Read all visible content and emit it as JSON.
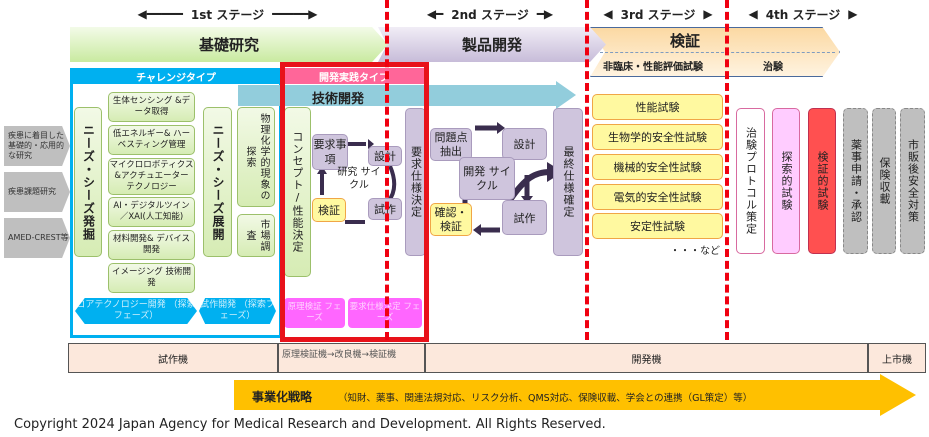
{
  "stages": [
    "1st ステージ",
    "2nd ステージ",
    "3rd ステージ",
    "4th ステージ"
  ],
  "phases": {
    "basic": "基礎研究",
    "product": "製品開発",
    "verify": "検証",
    "nonclinical": "非臨床・性能評価試験",
    "trial": "治験"
  },
  "challenge": {
    "title": "チャレンジタイプ",
    "left_labels": [
      "疾患に着目した基礎的・応用的な研究",
      "疾患課題研究",
      "AMED-CREST等"
    ],
    "discover": "ニーズ・シーズ発掘",
    "items": [
      "生体センシング &データ取得",
      "低エネルギー& ハーベスティング管理",
      "マイクロロボティクス &アクチュエーター テクノロジー",
      "AI・デジタルツイン ／XAI(人工知能)",
      "材料開発& デバイス開発",
      "イメージング 技術開発"
    ],
    "expand": "ニーズ・シーズ展開",
    "explore": "物理化学的現象の探索",
    "market": "市場調査",
    "phase1": "コアテクノロジー開発 （探索フェーズ）",
    "phase2": "試作開発 （探索フェーズ）"
  },
  "practice": {
    "title": "開発実践タイプ",
    "tech_dev": "技術開発",
    "concept": "コンセプト/性能決定",
    "req": "要求事項",
    "design": "設計",
    "verify": "検証",
    "proto": "試作",
    "cycle": "研究 サイクル",
    "spec": "要求仕様決定",
    "phase1": "原理検証 フェーズ",
    "phase2": "要求仕様決定 フェーズ"
  },
  "dev": {
    "problem": "問題点抽出",
    "design": "設計",
    "cycle": "開発 サイクル",
    "check": "確認・検証",
    "proto": "試作",
    "final": "最終仕様確定"
  },
  "tests": [
    "性能試験",
    "生物学的安全性試験",
    "機械的安全性試験",
    "電気的安全性試験",
    "安定性試験"
  ],
  "tests_more": "・・・など",
  "clinical": [
    "治験プロトコル策定",
    "探索的試験",
    "検証的試験",
    "薬事申請・承認",
    "保険収載",
    "市販後安全対策"
  ],
  "machines": [
    "試作機",
    "原理検証機→改良機→検証機",
    "開発機",
    "上市機"
  ],
  "strategy": {
    "title": "事業化戦略",
    "detail": "（知財、薬事、関連法規対応、リスク分析、QMS対応、保険収載、学会との連携（GL策定）等）"
  },
  "copyright": "Copyright 2024 Japan Agency for Medical Research and Development. All Rights Reserved."
}
